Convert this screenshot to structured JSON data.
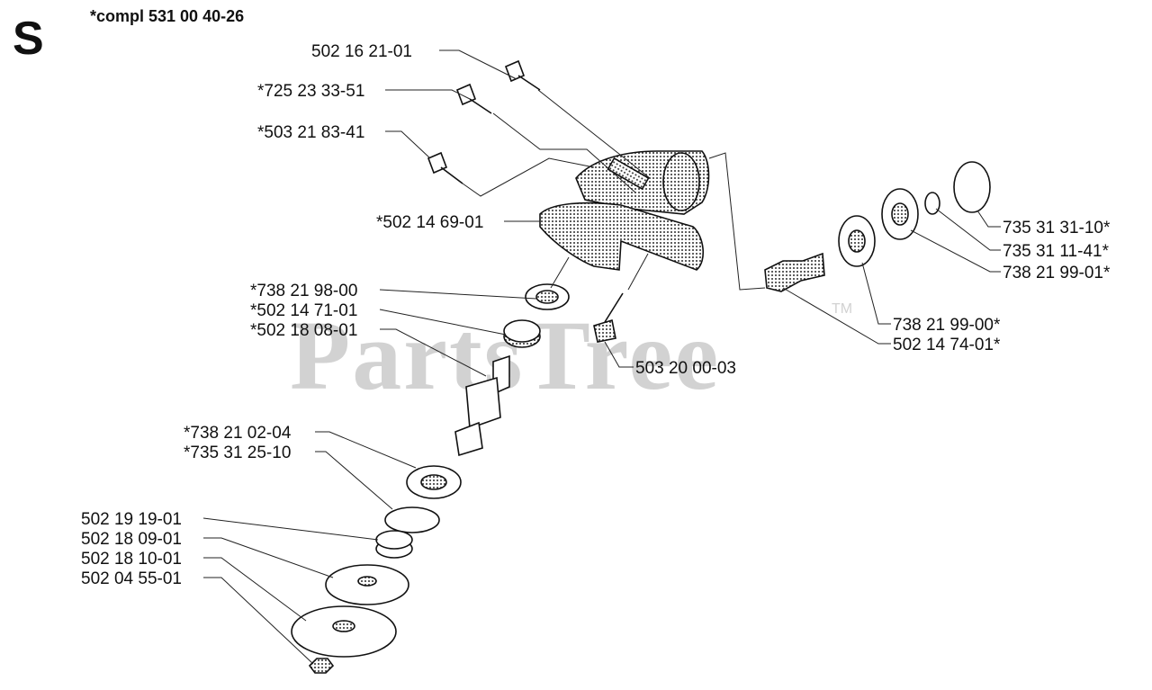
{
  "section_letter": "S",
  "assembly_label": "*compl 531 00 40-26",
  "watermark": {
    "text": "PartsTree",
    "trademark": "TM"
  },
  "parts": {
    "p502_16_21_01": "502 16 21-01",
    "p725_23_33_51": "*725 23 33-51",
    "p503_21_83_41": "*503 21 83-41",
    "p502_14_69_01": "*502 14 69-01",
    "p738_21_98_00": "*738 21 98-00",
    "p502_14_71_01": "*502 14 71-01",
    "p502_18_08_01": "*502 18 08-01",
    "p738_21_02_04": "*738 21 02-04",
    "p735_31_25_10": "*735 31 25-10",
    "p502_19_19_01": "502 19 19-01",
    "p502_18_09_01": "502 18 09-01",
    "p502_18_10_01": "502 18 10-01",
    "p502_04_55_01": "502 04 55-01",
    "p503_20_00_03": "503 20 00-03",
    "p735_31_31_10": "735 31 31-10*",
    "p735_31_11_41": "735 31 11-41*",
    "p738_21_99_01": "738 21 99-01*",
    "p738_21_99_00": "738 21 99-00*",
    "p502_14_74_01": "502 14 74-01*"
  }
}
